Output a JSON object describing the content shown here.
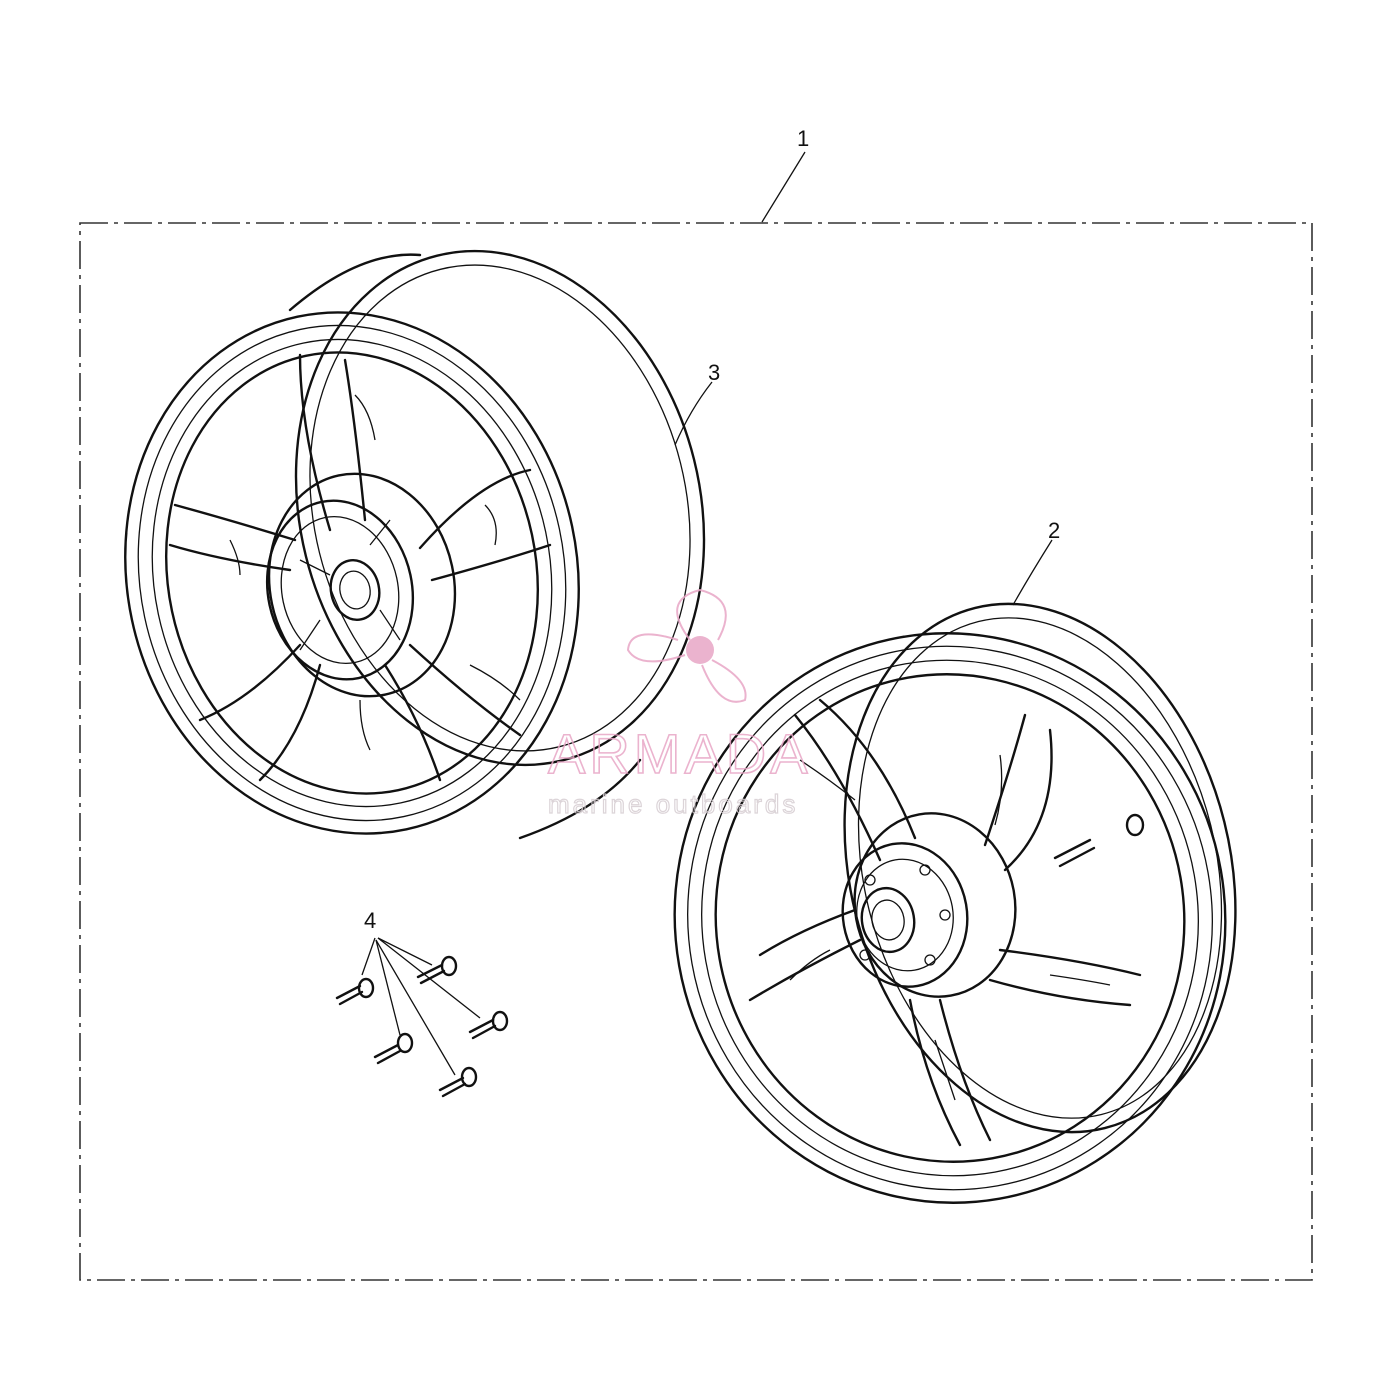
{
  "callouts": {
    "kit": "1",
    "front_wheel": "2",
    "rear_wheel": "3",
    "screws": "4"
  },
  "watermark": {
    "brand": "ARMADA",
    "tagline": "marine outboards",
    "color": "#e8a6c6"
  }
}
